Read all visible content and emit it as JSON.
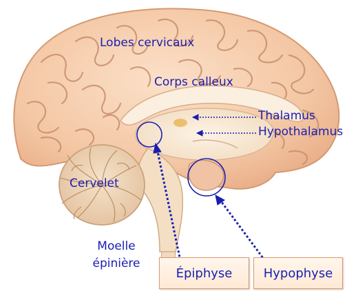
{
  "labels": {
    "lobes": "Lobes cervicaux",
    "corps": "Corps calleux",
    "thalamus": "Thalamus",
    "hypothalamus": "Hypothalamus",
    "cervelet": "Cervelet",
    "moelle_line1": "Moelle",
    "moelle_line2": "épinière",
    "epiphyse": "Épiphyse",
    "hypophyse": "Hypophyse"
  },
  "colors": {
    "label_text": "#1a1fb0",
    "pointer": "#1a1fb0",
    "brain_fill": "#f6cfae",
    "brain_gyri": "#c98f6c",
    "box_border": "#d49a72"
  }
}
